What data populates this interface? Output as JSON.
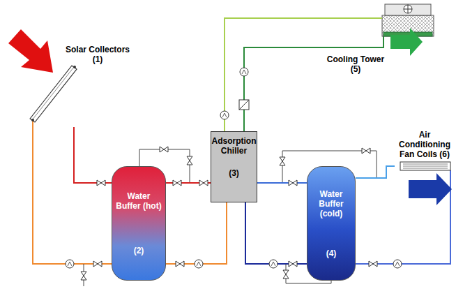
{
  "diagram": {
    "nodes": [
      {
        "text": [
          "Solar Collectors (1)"
        ]
      },
      {
        "text": [
          "Water Buffer (hot)",
          "(2)"
        ]
      },
      {
        "text": [
          "Adsorption Chiller",
          "(3)"
        ]
      },
      {
        "text": [
          "Cooling Tower (5)"
        ]
      },
      {
        "text": [
          "Water Buffer (cold)",
          "(4)"
        ]
      },
      {
        "text": [
          "Air Conditioning Fan Coils (6)"
        ]
      }
    ],
    "edges": [
      {
        "from": 0,
        "to": 1,
        "arrow": "none"
      },
      {
        "from": 1,
        "to": 2,
        "arrow": "none"
      },
      {
        "from": 2,
        "to": 3,
        "arrow": "none"
      },
      {
        "from": 2,
        "to": 4,
        "arrow": "none"
      },
      {
        "from": 4,
        "to": 5,
        "arrow": "none"
      }
    ]
  }
}
